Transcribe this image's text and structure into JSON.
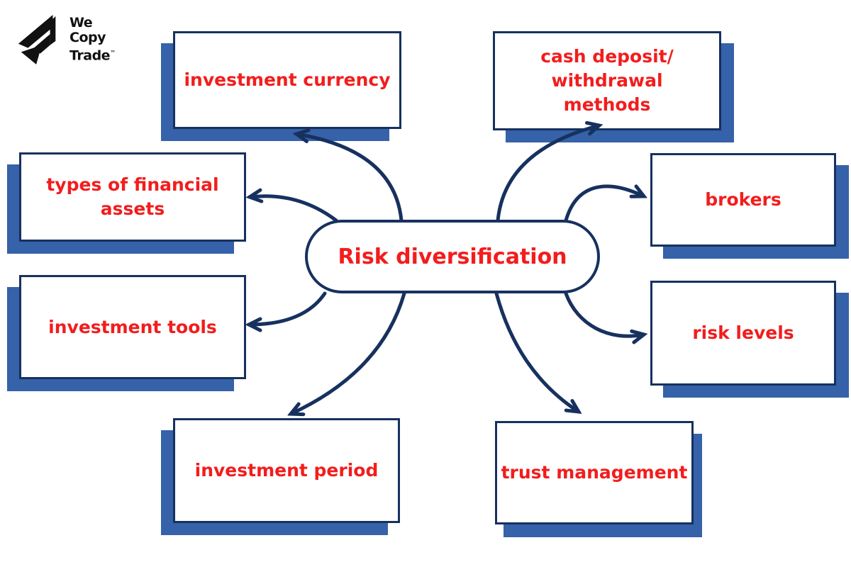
{
  "logo": {
    "line1": "We",
    "line2": "Copy",
    "line3": "Trade",
    "trademark": "™"
  },
  "colors": {
    "background": "#ffffff",
    "navy": "#17315f",
    "red": "#f21d1d",
    "shadow-blue": "#3562a9",
    "logo-black": "#111111"
  },
  "diagram": {
    "center": {
      "label": "Risk diversification"
    },
    "nodes": [
      {
        "label": "investment currency"
      },
      {
        "label": "cash deposit/ withdrawal methods"
      },
      {
        "label": "types of financial assets"
      },
      {
        "label": "brokers"
      },
      {
        "label": "investment tools"
      },
      {
        "label": "risk levels"
      },
      {
        "label": "investment period"
      },
      {
        "label": "trust management"
      }
    ]
  }
}
